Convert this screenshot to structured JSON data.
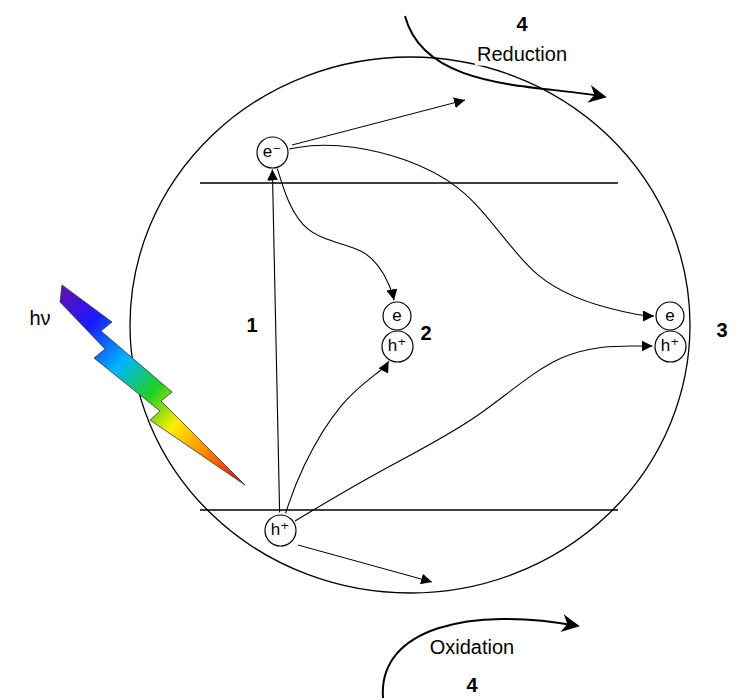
{
  "diagram": {
    "nodes": [
      {
        "text": [
          "e⁻"
        ]
      },
      {
        "text": [
          "e"
        ]
      },
      {
        "text": [
          "h⁺"
        ]
      },
      {
        "text": [
          "e"
        ]
      },
      {
        "text": [
          "h⁺"
        ]
      },
      {
        "text": [
          "h⁺"
        ]
      }
    ],
    "edges": [
      {
        "from": 5,
        "to": 0,
        "arrow": "to"
      },
      {
        "from": 0,
        "to": 1,
        "arrow": "to"
      },
      {
        "from": 0,
        "to": 3,
        "arrow": "to"
      },
      {
        "from": 5,
        "to": 2,
        "arrow": "to"
      },
      {
        "from": 5,
        "to": 4,
        "arrow": "to"
      }
    ],
    "labels": [
      "4",
      "Reduction",
      "1",
      "2",
      "3",
      "hν",
      "Oxidation",
      "4"
    ]
  }
}
